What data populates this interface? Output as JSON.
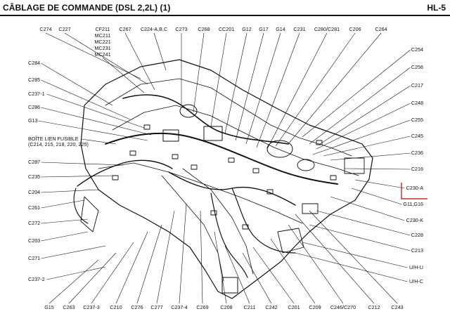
{
  "header": {
    "title": "CÂBLAGE DE COMMANDE (DSL 2,2L) (1)",
    "page_code": "HL-5"
  },
  "callouts": {
    "top": [
      "C274",
      "C227",
      "CF211",
      "MC211",
      "MC221",
      "MC231",
      "MC241",
      "C267",
      "C224-A,B,C",
      "C273",
      "C268",
      "CC201",
      "G12",
      "G17",
      "G14",
      "C231",
      "C280/C281",
      "C206",
      "C264"
    ],
    "left": [
      "C284",
      "C285",
      "C237-1",
      "C286",
      "G13",
      "BOÎTE LIEN FUSIBLE",
      "(C214, 215, 218, 220, 225)",
      "C287",
      "C235",
      "C204",
      "C261",
      "C272",
      "C203",
      "C271",
      "C237-2"
    ],
    "right": [
      "C254",
      "C256",
      "C217",
      "C248",
      "C255",
      "C245",
      "C236",
      "C216",
      "C230-A",
      "G11,G16",
      "C230-K",
      "C228",
      "C213",
      "U/H-U",
      "U/H-C"
    ],
    "bottom": [
      "G15",
      "C263",
      "C237-3",
      "C210",
      "C276",
      "C277",
      "C237-4",
      "C269",
      "C208",
      "C211",
      "C242",
      "C201",
      "C209",
      "C246/C270",
      "C212",
      "C243"
    ]
  },
  "colors": {
    "line": "#111111",
    "highlight": "#cc0000"
  }
}
